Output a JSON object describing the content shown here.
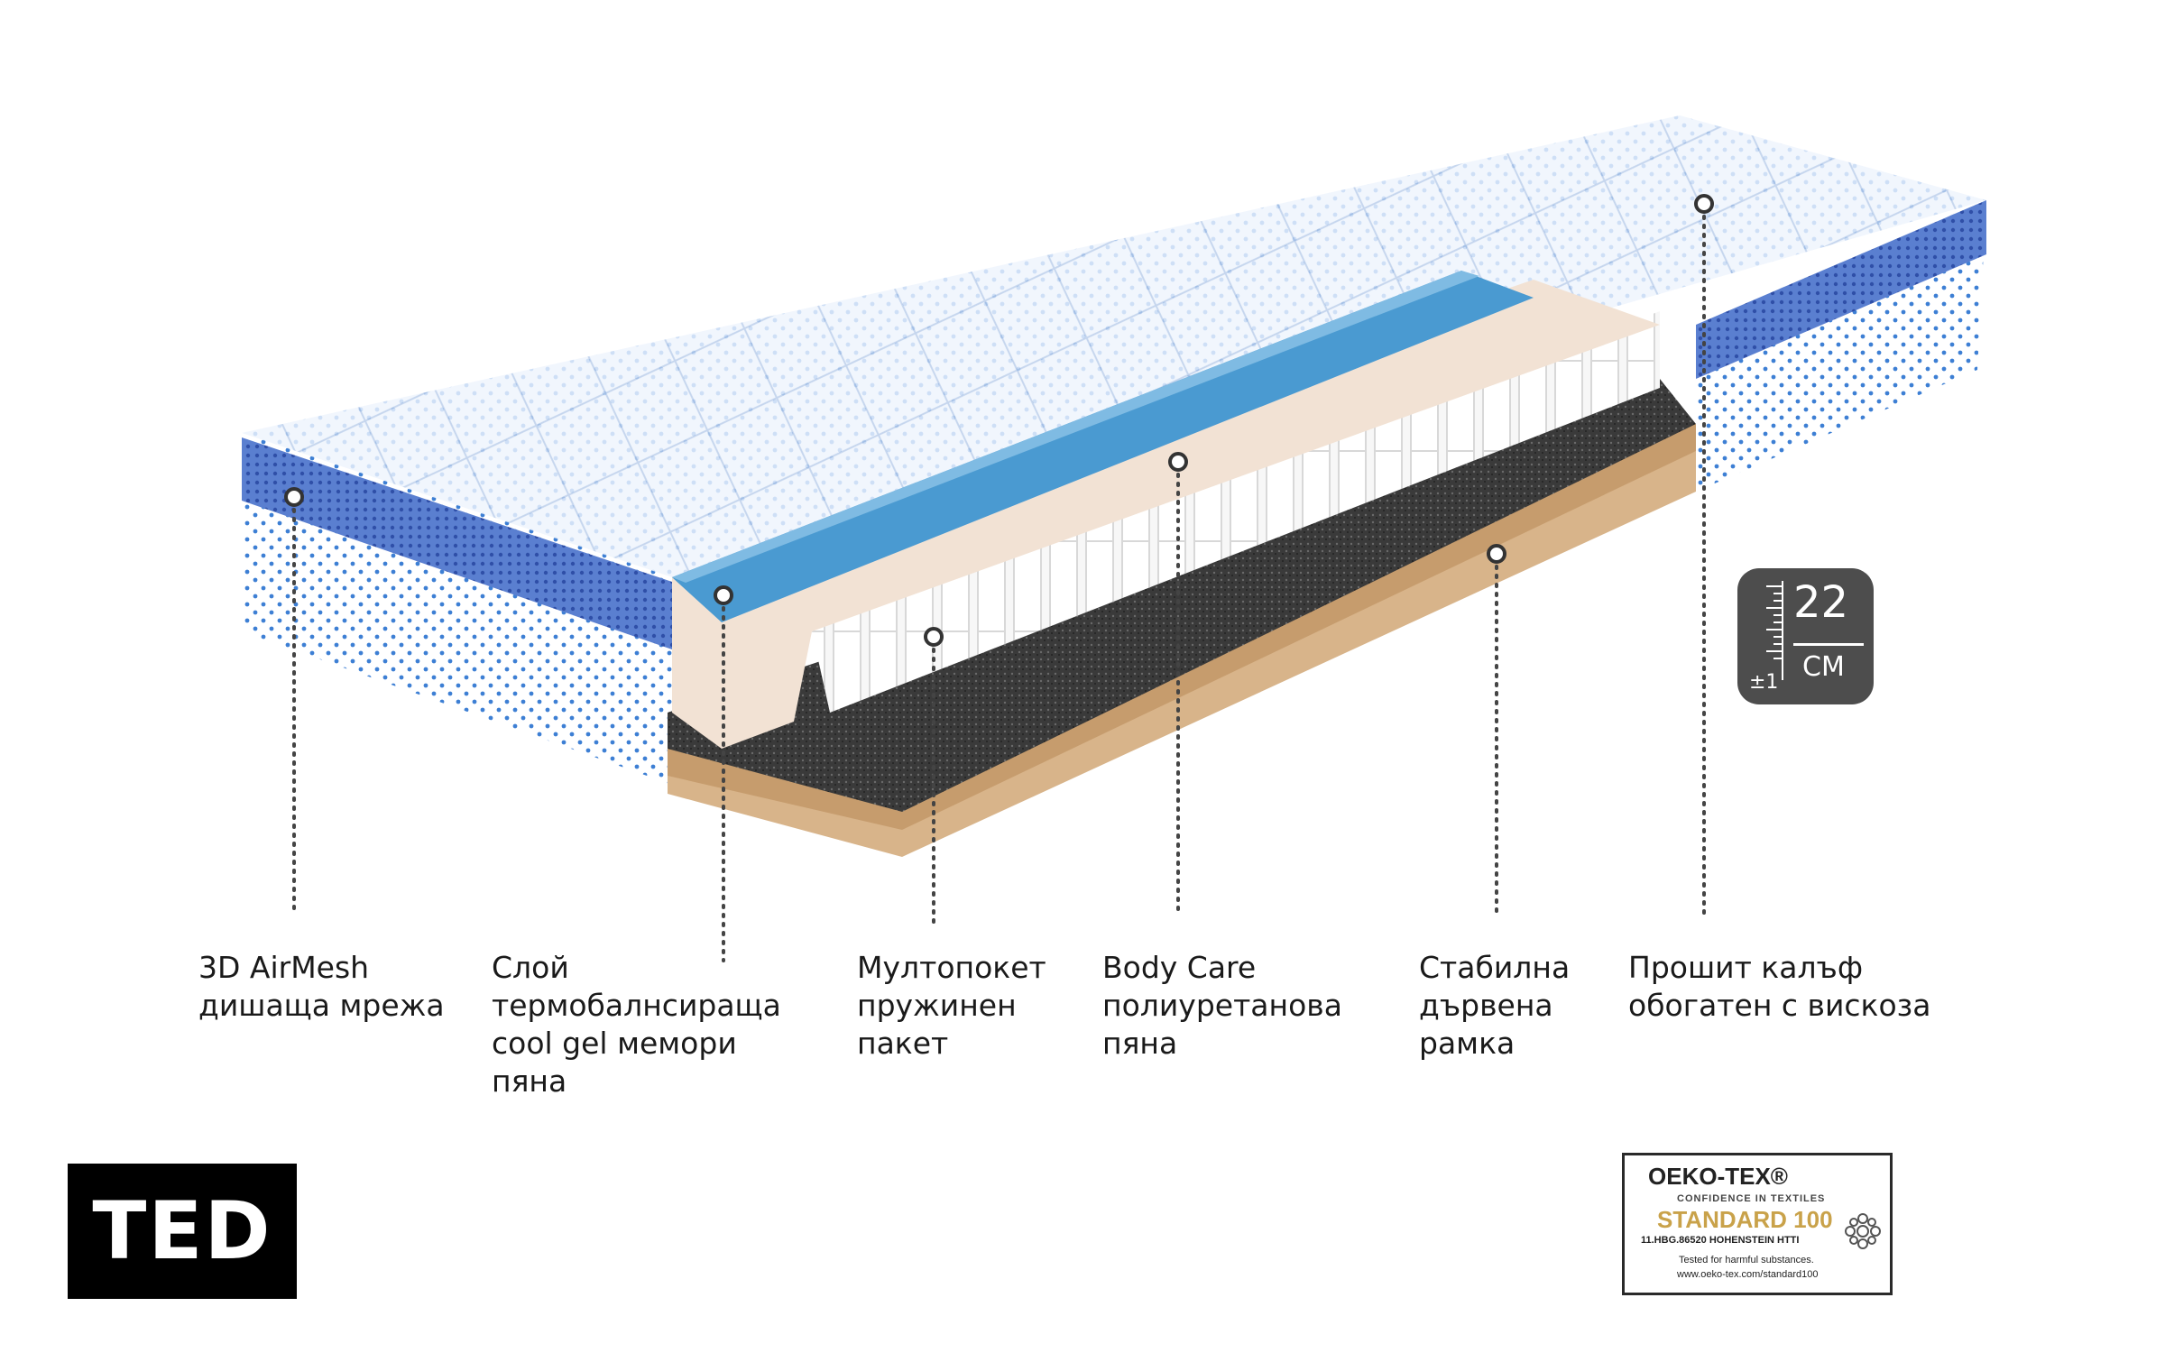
{
  "colors": {
    "accent_blue": "#4a7fd6",
    "gel_blue": "#3f8fc7",
    "wood": "#d6b48a",
    "felt": "#3d3d3d",
    "badge_gray": "#4d4d4d"
  },
  "callouts": [
    {
      "lines": [
        "3D AirMesh",
        "дишаща мрежа"
      ]
    },
    {
      "lines": [
        "Слой",
        "термобалнсираща",
        "cool gel мемори",
        "пяна"
      ]
    },
    {
      "lines": [
        "Мултопокет",
        "пружинен",
        "пакет"
      ]
    },
    {
      "lines": [
        "Body Care",
        "полиуретанова",
        "пяна"
      ]
    },
    {
      "lines": [
        "Стабилна",
        "дървена",
        "рамка"
      ]
    },
    {
      "lines": [
        "Прошит калъф",
        "обогатен с вискоза"
      ]
    }
  ],
  "height_badge": {
    "value": "22",
    "unit": "СМ",
    "tolerance": "±1",
    "icon": "ruler-icon"
  },
  "logo": {
    "text": "TED"
  },
  "certificate": {
    "brand": "OEKO-TEX®",
    "tagline": "CONFIDENCE IN TEXTILES",
    "standard": "STANDARD 100",
    "number": "11.HBG.86520 HOHENSTEIN HTTI",
    "tested": "Tested for harmful substances.",
    "url": "www.oeko-tex.com/standard100"
  }
}
